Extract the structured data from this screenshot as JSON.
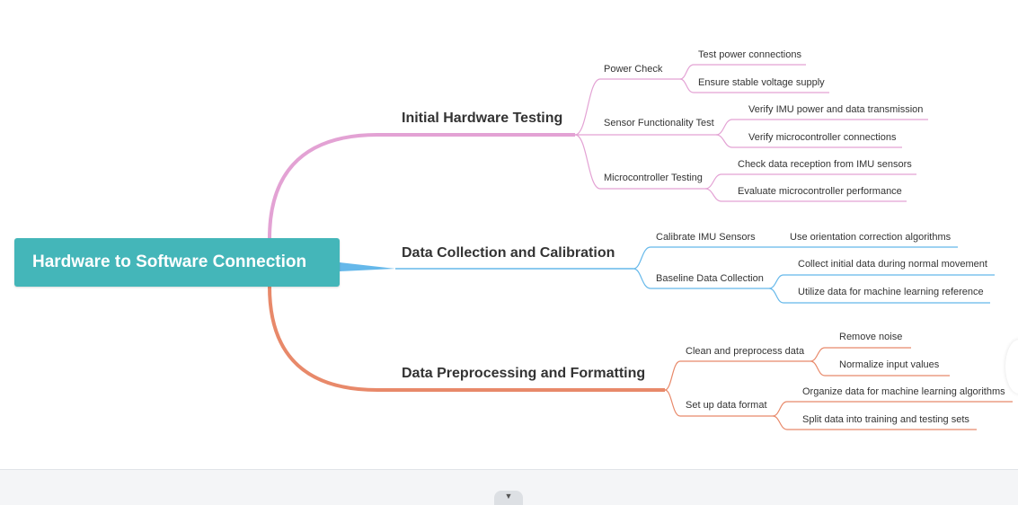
{
  "root": {
    "label": "Hardware to Software Connection"
  },
  "branches": [
    {
      "label": "Initial Hardware Testing",
      "color": "#e3a2d4",
      "subs": [
        {
          "label": "Power Check",
          "leaves": [
            "Test power connections",
            "Ensure stable voltage supply"
          ]
        },
        {
          "label": "Sensor Functionality Test",
          "leaves": [
            "Verify IMU power and data transmission",
            "Verify microcontroller connections"
          ]
        },
        {
          "label": "Microcontroller Testing",
          "leaves": [
            "Check data reception from IMU sensors",
            "Evaluate microcontroller performance"
          ]
        }
      ]
    },
    {
      "label": "Data Collection and Calibration",
      "color": "#65b8ea",
      "subs": [
        {
          "label": "Calibrate IMU Sensors",
          "leaves": [
            "Use orientation correction algorithms"
          ]
        },
        {
          "label": "Baseline Data Collection",
          "leaves": [
            "Collect initial data during normal movement",
            "Utilize data for machine learning reference"
          ]
        }
      ]
    },
    {
      "label": "Data Preprocessing and Formatting",
      "color": "#e8896a",
      "subs": [
        {
          "label": "Clean and preprocess data",
          "leaves": [
            "Remove noise",
            "Normalize input values"
          ]
        },
        {
          "label": "Set up data format",
          "leaves": [
            "Organize data for machine learning algorithms",
            "Split data into training and testing sets"
          ]
        }
      ]
    }
  ],
  "icons": {
    "collapse": "chevron-down-icon"
  }
}
